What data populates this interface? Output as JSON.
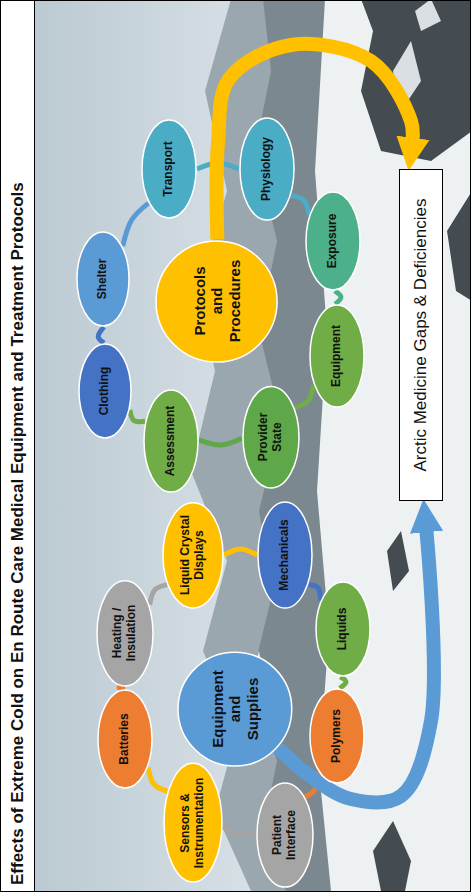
{
  "diagram": {
    "title": "Effects of Extreme Cold on En Route Care Medical Equipment and Treatment Protocols",
    "nodes": [
      {
        "text": [
          "Sensors & Instrumentation"
        ]
      },
      {
        "text": [
          "Batteries"
        ]
      },
      {
        "text": [
          "Heating / Insulation"
        ]
      },
      {
        "text": [
          "Liquid Crystal Displays"
        ]
      },
      {
        "text": [
          "Mechanicals"
        ]
      },
      {
        "text": [
          "Liquids"
        ]
      },
      {
        "text": [
          "Polymers"
        ]
      },
      {
        "text": [
          "Patient Interface"
        ]
      },
      {
        "text": [
          "Equipment and Supplies"
        ]
      },
      {
        "text": [
          "Assessment"
        ]
      },
      {
        "text": [
          "Clothing"
        ]
      },
      {
        "text": [
          "Shelter"
        ]
      },
      {
        "text": [
          "Transport"
        ]
      },
      {
        "text": [
          "Physiology"
        ]
      },
      {
        "text": [
          "Exposure"
        ]
      },
      {
        "text": [
          "Equipment"
        ]
      },
      {
        "text": [
          "Provider State"
        ]
      },
      {
        "text": [
          "Protocols and Procedures"
        ]
      },
      {
        "text": [
          "Arctic Medicine Gaps & Deficiencies"
        ]
      }
    ],
    "edges": [
      {
        "from": 0,
        "to": 1,
        "arrow": "none"
      },
      {
        "from": 1,
        "to": 2,
        "arrow": "none"
      },
      {
        "from": 2,
        "to": 3,
        "arrow": "none"
      },
      {
        "from": 3,
        "to": 4,
        "arrow": "none"
      },
      {
        "from": 4,
        "to": 5,
        "arrow": "none"
      },
      {
        "from": 5,
        "to": 6,
        "arrow": "none"
      },
      {
        "from": 6,
        "to": 7,
        "arrow": "none"
      },
      {
        "from": 7,
        "to": 0,
        "arrow": "none"
      },
      {
        "from": 9,
        "to": 10,
        "arrow": "none"
      },
      {
        "from": 10,
        "to": 11,
        "arrow": "none"
      },
      {
        "from": 11,
        "to": 12,
        "arrow": "none"
      },
      {
        "from": 12,
        "to": 13,
        "arrow": "none"
      },
      {
        "from": 13,
        "to": 14,
        "arrow": "none"
      },
      {
        "from": 14,
        "to": 15,
        "arrow": "none"
      },
      {
        "from": 15,
        "to": 16,
        "arrow": "none"
      },
      {
        "from": 16,
        "to": 9,
        "arrow": "none"
      },
      {
        "from": 8,
        "to": 18,
        "arrow": "to"
      },
      {
        "from": 17,
        "to": 18,
        "arrow": "to"
      }
    ]
  }
}
